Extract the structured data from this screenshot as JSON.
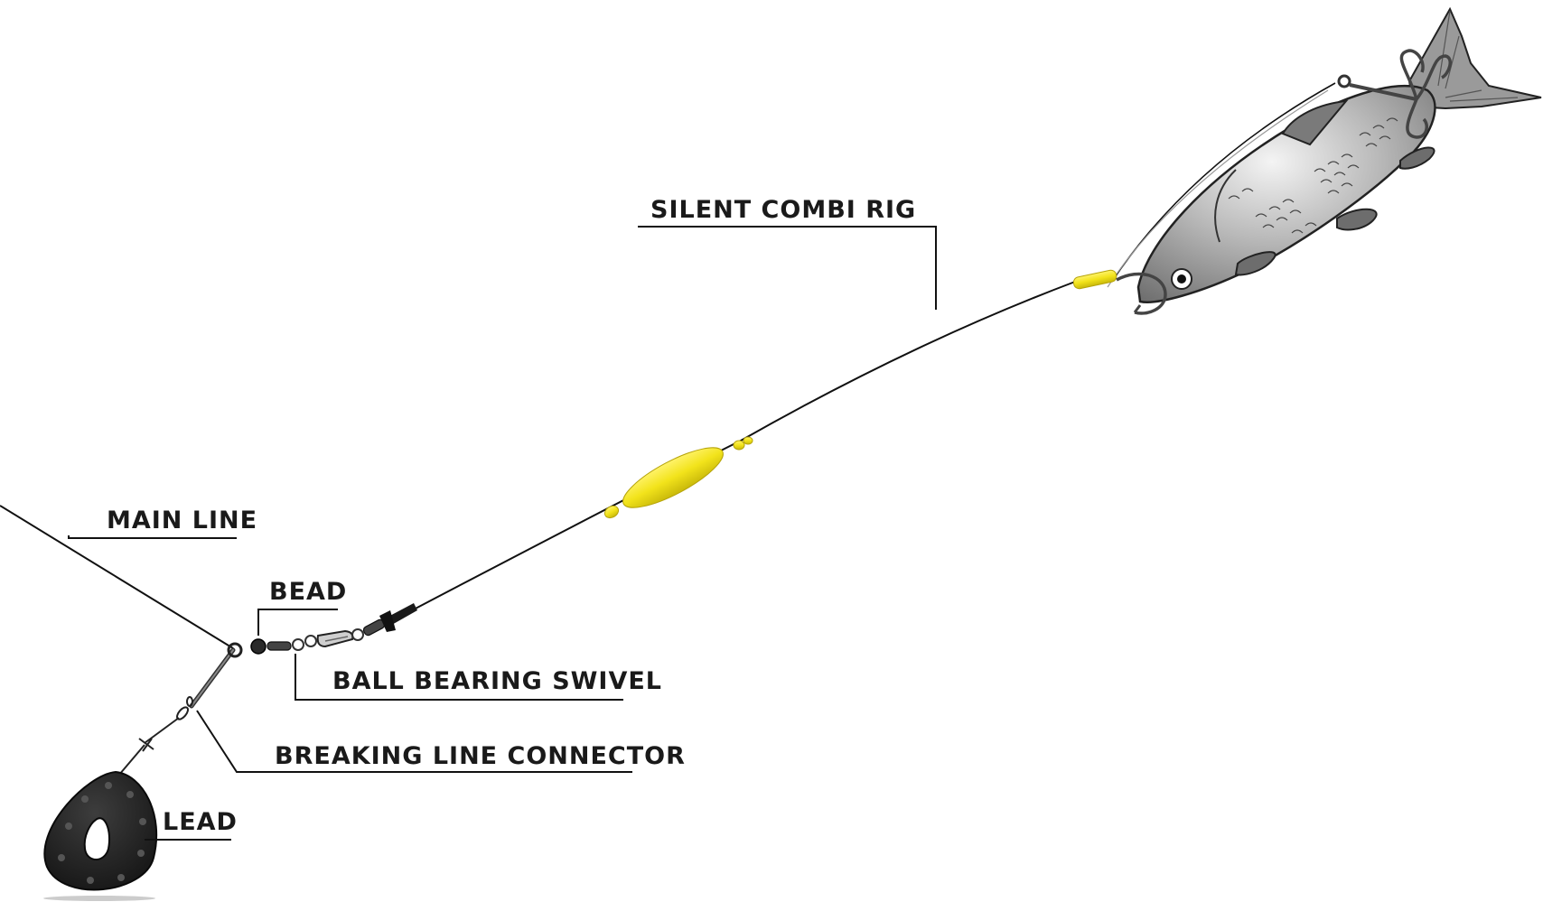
{
  "labels": {
    "silent_combi_rig": "SILENT COMBI RIG",
    "main_line": "MAIN LINE",
    "bead": "BEAD",
    "ball_bearing_swivel": "BALL BEARING SWIVEL",
    "breaking_line_connector": "BREAKING LINE CONNECTOR",
    "lead": "LEAD"
  },
  "colors": {
    "line": "#111111",
    "float": "#f2e31b",
    "lead": "#1c1c1c",
    "fish_body": "#a8a8a8",
    "fish_dark": "#5e5e5e"
  }
}
